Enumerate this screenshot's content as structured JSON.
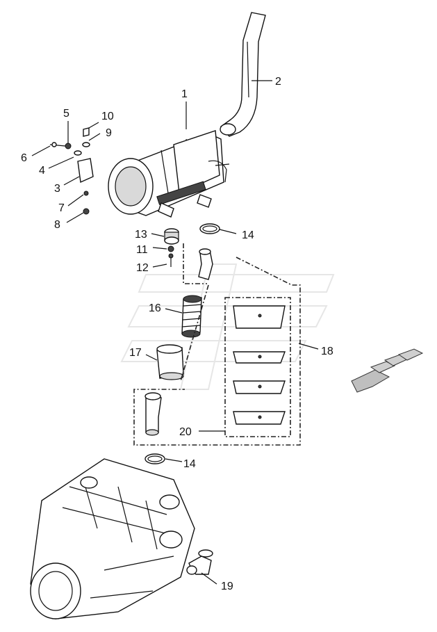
{
  "callouts": [
    {
      "id": "1",
      "label": "1"
    },
    {
      "id": "2",
      "label": "2"
    },
    {
      "id": "3",
      "label": "3"
    },
    {
      "id": "4",
      "label": "4"
    },
    {
      "id": "5",
      "label": "5"
    },
    {
      "id": "6",
      "label": "6"
    },
    {
      "id": "7",
      "label": "7"
    },
    {
      "id": "8",
      "label": "8"
    },
    {
      "id": "9",
      "label": "9"
    },
    {
      "id": "10",
      "label": "10"
    },
    {
      "id": "11",
      "label": "11"
    },
    {
      "id": "12",
      "label": "12"
    },
    {
      "id": "13",
      "label": "13"
    },
    {
      "id": "14a",
      "label": "14"
    },
    {
      "id": "14b",
      "label": "14"
    },
    {
      "id": "16",
      "label": "16"
    },
    {
      "id": "17",
      "label": "17"
    },
    {
      "id": "18",
      "label": "18"
    },
    {
      "id": "19",
      "label": "19"
    },
    {
      "id": "20",
      "label": "20"
    }
  ],
  "direction_arrow": {
    "icon": "forward-direction-arrow-icon",
    "color": "#bfbfbf"
  }
}
